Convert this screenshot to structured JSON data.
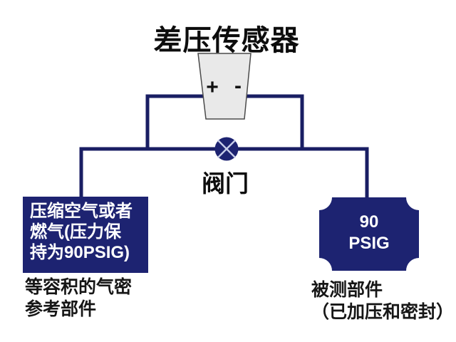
{
  "title": "差压传感器",
  "colors": {
    "navy": "#1d2371",
    "line": "#191e63",
    "sensor_fill": "#e9e9e9",
    "sensor_border": "#4a4a4a",
    "valve_x": "#c7cde8"
  },
  "sensor": {
    "plus_label": "+",
    "minus_label": "-"
  },
  "valve": {
    "label": "阀门"
  },
  "reference_box": {
    "text": "压缩空气或者\n燃气(压力保\n持为90PSIG)"
  },
  "test_badge": {
    "text": "90\nPSIG"
  },
  "captions": {
    "reference": "等容积的气密\n参考部件",
    "test": "被测部件\n（已加压和密封）"
  }
}
